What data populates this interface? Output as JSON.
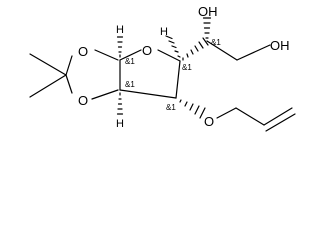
{
  "molecule": {
    "atoms": {
      "o1": "O",
      "o2": "O",
      "o3": "O",
      "o4": "O",
      "oh1": "OH",
      "oh2": "OH",
      "h1": "H",
      "h2": "H",
      "h3": "H"
    },
    "stereo_labels": {
      "s1": "&1",
      "s2": "&1",
      "s3": "&1",
      "s4": "&1",
      "s5": "&1"
    }
  }
}
